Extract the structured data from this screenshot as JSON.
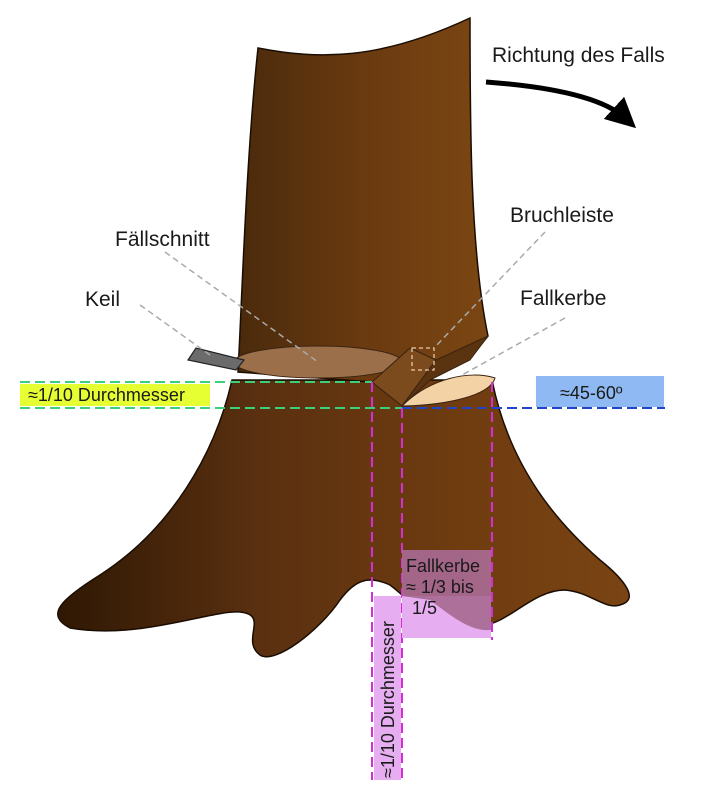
{
  "labels": {
    "direction": "Richtung des Falls",
    "felling_cut": "Fällschnitt",
    "wedge": "Keil",
    "hinge": "Bruchleiste",
    "notch": "Fallkerbe",
    "tenth_diameter_left": "≈1/10 Durchmesser",
    "angle": "≈45-60º",
    "notch_depth_title": "Fallkerbe",
    "notch_depth_line1": "≈ 1/3 bis",
    "notch_depth_line2": "1/5",
    "tenth_diameter_vertical": "≈1/10 Durchmesser"
  },
  "colors": {
    "trunk_dark": "#3b1f06",
    "trunk_mid": "#6b3a10",
    "trunk_light": "#a05a1b",
    "felling_cut_face": "#9a6f4a",
    "notch_face": "#f3d3a6",
    "wedge": "#6b6b6b",
    "lime": "#e6ff33",
    "sky": "#8fb9f2",
    "magenta": "#d42fd4",
    "violet_fill": "#e6aef0",
    "violet_dark": "#a86a92"
  }
}
